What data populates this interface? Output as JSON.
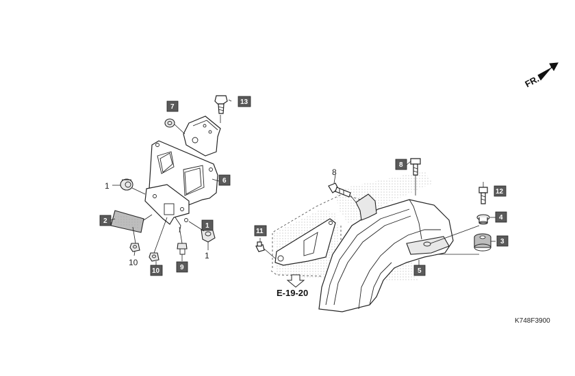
{
  "diagram_code": "K748F3900",
  "reference_page": "E-19-20",
  "front_indicator": "FR.",
  "callouts": {
    "c1a": "1",
    "c1b": "1",
    "c2": "2",
    "c3": "3",
    "c4": "4",
    "c5": "5",
    "c6": "6",
    "c7": "7",
    "c8": "8",
    "c9": "9",
    "c10a": "10",
    "c10b": "10",
    "c11": "11",
    "c12": "12",
    "c13": "13",
    "c1c": "1"
  }
}
